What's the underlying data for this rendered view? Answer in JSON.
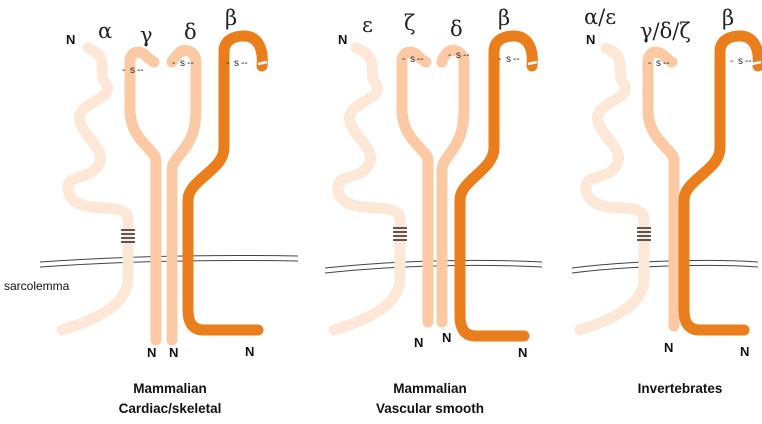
{
  "membrane_label": "sarcolemma",
  "disulfide": "s",
  "panels": [
    {
      "caption_line1": "Mammalian",
      "caption_line2": "Cardiac/skeletal",
      "subunits": [
        "α",
        "γ",
        "δ",
        "β"
      ],
      "n_labels": [
        "N",
        "N",
        "N",
        "N"
      ]
    },
    {
      "caption_line1": "Mammalian",
      "caption_line2": "Vascular smooth",
      "subunits": [
        "ε",
        "ζ",
        "δ",
        "β"
      ],
      "n_labels": [
        "N",
        "N",
        "N",
        "N"
      ]
    },
    {
      "caption_line1": "Invertebrates",
      "caption_line2": "",
      "subunits": [
        "α/ε",
        "γ/δ/ζ",
        "β"
      ],
      "n_labels": [
        "N",
        "N",
        "N"
      ]
    }
  ],
  "colors": {
    "alpha_faint": "#fde8d8",
    "light_subunit": "#fbc9a3",
    "beta_dark": "#ea7d1c"
  }
}
